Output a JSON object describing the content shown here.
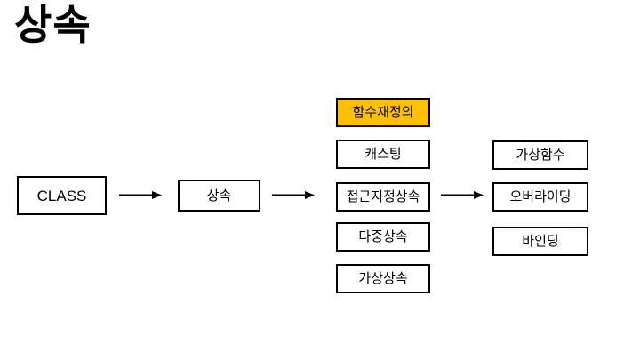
{
  "slide": {
    "title": "상속"
  },
  "diagram": {
    "highlight_color": "#FFC000",
    "border_color": "#000000",
    "class_box": {
      "label": "CLASS"
    },
    "inheritance_box": {
      "label": "상속"
    },
    "middle_column": [
      {
        "label": "함수재정의",
        "highlighted": true
      },
      {
        "label": "캐스팅",
        "highlighted": false
      },
      {
        "label": "접근지정상속",
        "highlighted": false
      },
      {
        "label": "다중상속",
        "highlighted": false
      },
      {
        "label": "가상상속",
        "highlighted": false
      }
    ],
    "right_column": [
      {
        "label": "가상함수"
      },
      {
        "label": "오버라이딩"
      },
      {
        "label": "바인딩"
      }
    ]
  }
}
